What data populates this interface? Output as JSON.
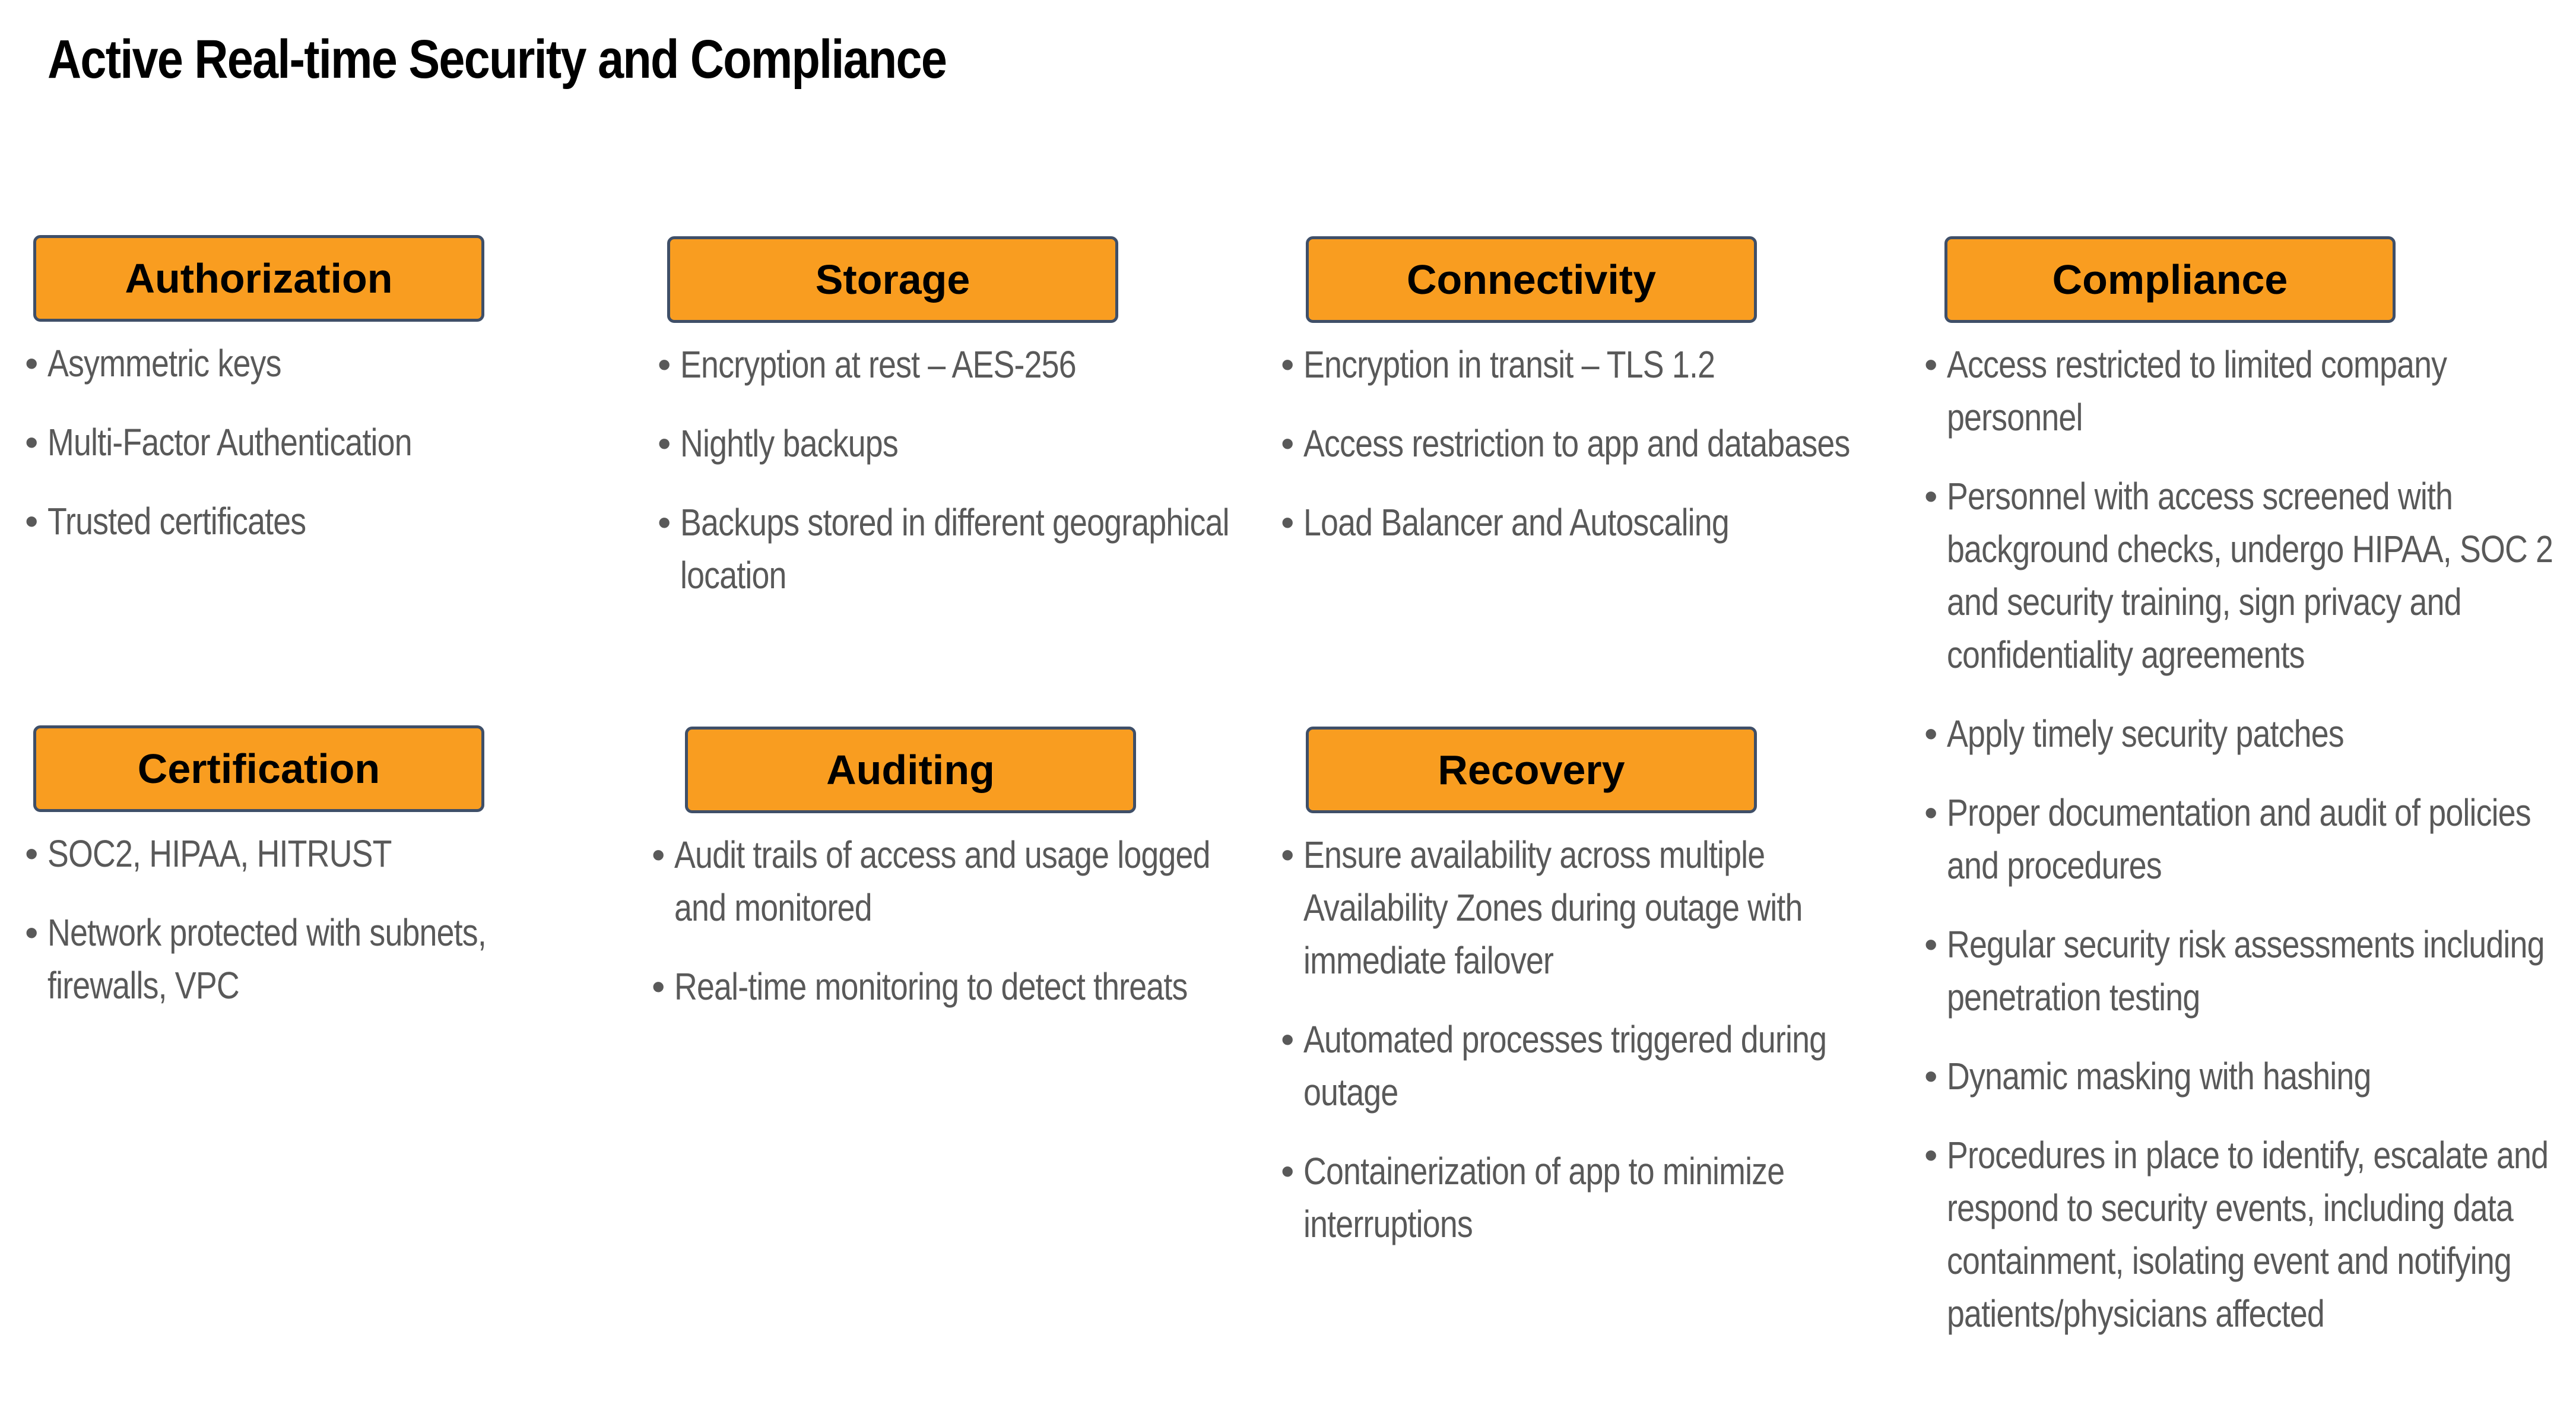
{
  "title": "Active Real-time Security and Compliance",
  "accent_color": "#f99d20",
  "border_color": "#3f4f68",
  "sections": {
    "authorization": {
      "header": "Authorization",
      "items": [
        "Asymmetric keys",
        "Multi-Factor Authentication",
        "Trusted certificates"
      ]
    },
    "storage": {
      "header": "Storage",
      "items": [
        "Encryption at rest – AES-256",
        "Nightly backups",
        "Backups stored in different geographical location"
      ]
    },
    "connectivity": {
      "header": "Connectivity",
      "items": [
        "Encryption in transit – TLS 1.2",
        "Access restriction to app and databases",
        "Load Balancer and Autoscaling"
      ]
    },
    "compliance": {
      "header": "Compliance",
      "items": [
        "Access restricted to limited company personnel",
        "Personnel with access screened with background checks, undergo HIPAA, SOC 2 and security training, sign privacy and confidentiality agreements",
        "Apply timely security patches",
        "Proper documentation and audit of policies and procedures",
        "Regular security risk assessments including penetration testing",
        "Dynamic masking with hashing",
        "Procedures in place to identify, escalate and respond to security events, including data containment, isolating event and notifying patients/physicians affected"
      ]
    },
    "certification": {
      "header": "Certification",
      "items": [
        "SOC2, HIPAA, HITRUST",
        "Network protected with subnets, firewalls, VPC"
      ]
    },
    "auditing": {
      "header": "Auditing",
      "items": [
        "Audit trails of access and usage logged and monitored",
        "Real-time monitoring to detect threats"
      ]
    },
    "recovery": {
      "header": "Recovery",
      "items": [
        "Ensure availability across multiple Availability Zones during outage with immediate failover",
        "Automated processes triggered during outage",
        "Containerization of app to minimize interruptions"
      ]
    }
  }
}
